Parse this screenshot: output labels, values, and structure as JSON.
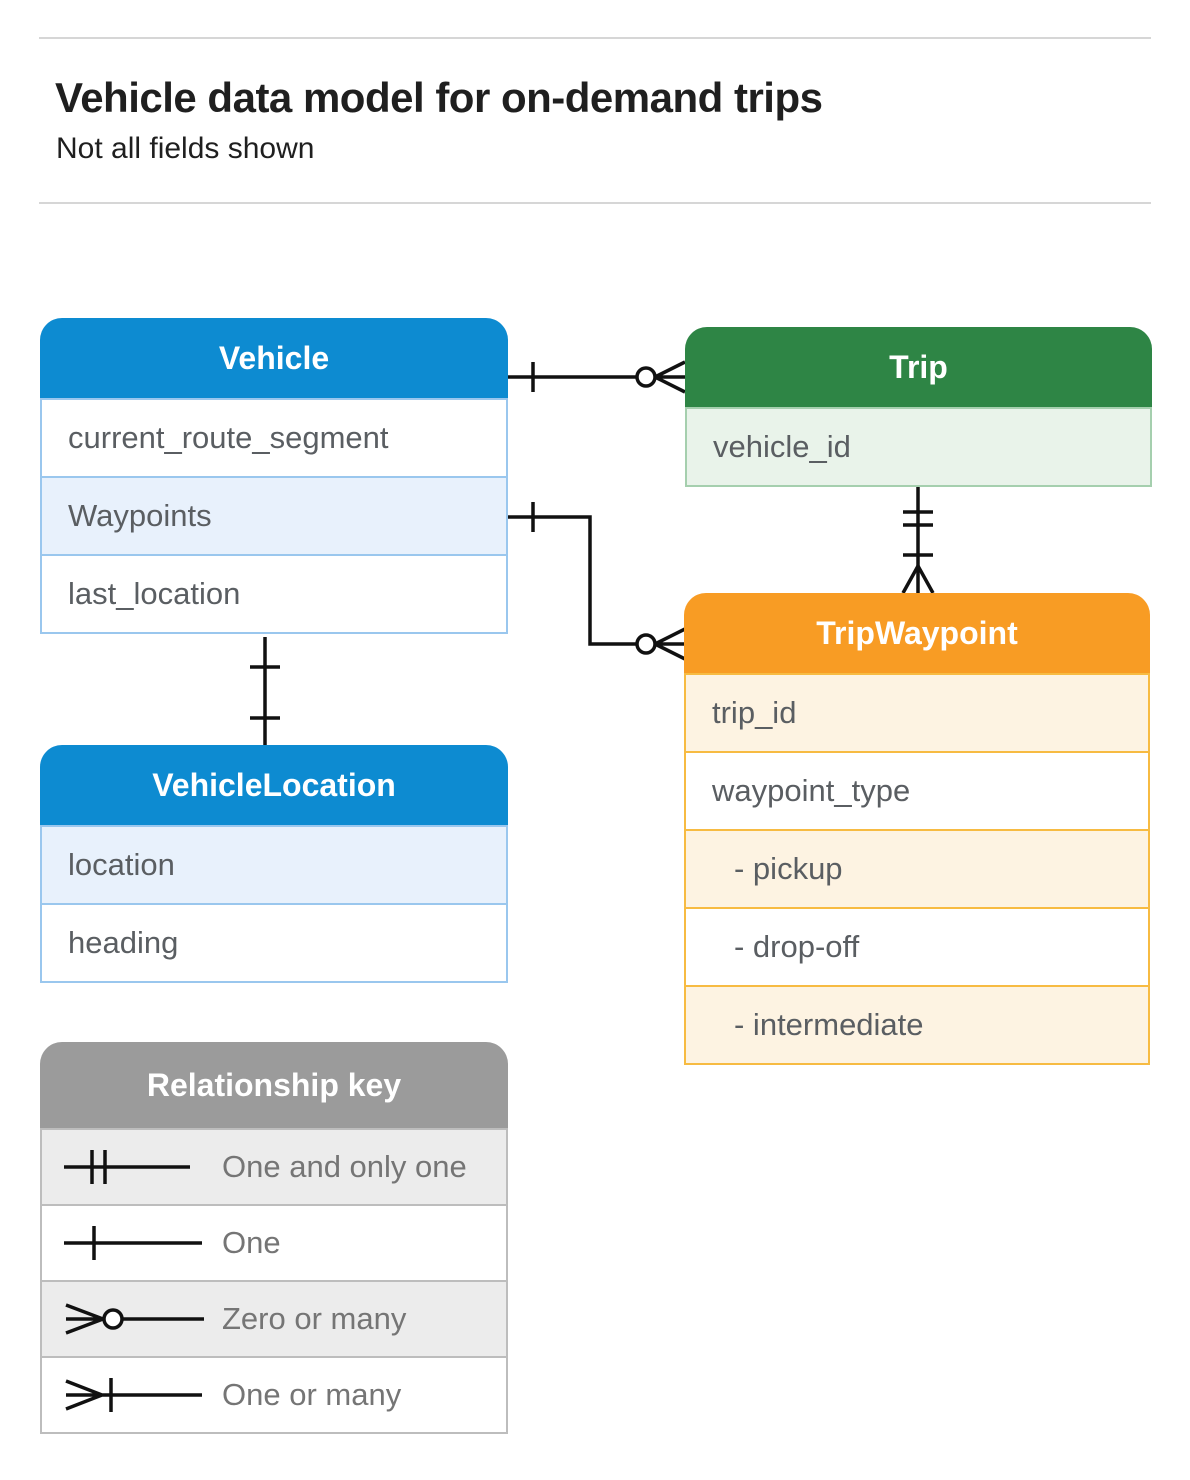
{
  "header": {
    "title": "Vehicle data model for on-demand trips",
    "subtitle": "Not all fields shown"
  },
  "entities": {
    "vehicle": {
      "name": "Vehicle",
      "fields": [
        "current_route_segment",
        "Waypoints",
        "last_location"
      ]
    },
    "trip": {
      "name": "Trip",
      "fields": [
        "vehicle_id"
      ]
    },
    "tripWaypoint": {
      "name": "TripWaypoint",
      "fields": [
        "trip_id",
        "waypoint_type",
        "- pickup",
        "- drop-off",
        "- intermediate"
      ]
    },
    "vehicleLocation": {
      "name": "VehicleLocation",
      "fields": [
        "location",
        "heading"
      ]
    }
  },
  "relationships": [
    {
      "from": "Vehicle",
      "to": "Trip",
      "from_cardinality": "one",
      "to_cardinality": "zero-or-many"
    },
    {
      "from": "Vehicle.Waypoints",
      "to": "TripWaypoint",
      "from_cardinality": "one",
      "to_cardinality": "zero-or-many"
    },
    {
      "from": "Trip",
      "to": "TripWaypoint",
      "from_cardinality": "one-and-only-one",
      "to_cardinality": "one-or-many"
    },
    {
      "from": "Vehicle",
      "to": "VehicleLocation",
      "from_cardinality": "one",
      "to_cardinality": "one"
    }
  ],
  "legend": {
    "title": "Relationship key",
    "items": [
      {
        "symbol": "one-and-only-one",
        "label": "One and only one"
      },
      {
        "symbol": "one",
        "label": "One"
      },
      {
        "symbol": "zero-or-many",
        "label": "Zero or many"
      },
      {
        "symbol": "one-or-many",
        "label": "One or many"
      }
    ]
  },
  "colors": {
    "blue": "#0d8bd1",
    "blue-light": "#e8f1fc",
    "blue-border": "#9ac7ee",
    "green": "#2e8545",
    "green-light": "#e9f3ea",
    "green-border": "#a5cfae",
    "orange": "#f89c24",
    "orange-light": "#fdf3e2",
    "orange-border": "#f7bb42",
    "key-gray": "#9b9b9b",
    "key-light": "#ececec",
    "key-border": "#bdbdbd",
    "row-text": "#5a5e62",
    "legend-text": "#757575",
    "line": "#111111",
    "title-text": "#1f1f1f",
    "divider": "#d6d6d6"
  }
}
